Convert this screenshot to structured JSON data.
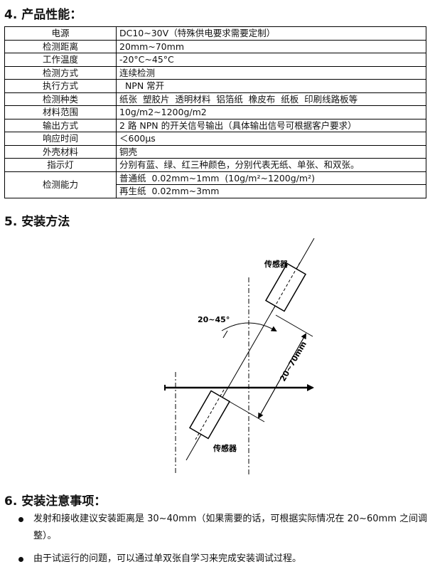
{
  "section4": {
    "title": "4. 产品性能："
  },
  "specs": [
    {
      "k": "电源",
      "v": "DC10~30V（特殊供电要求需要定制）"
    },
    {
      "k": "检测距离",
      "v": "20mm~70mm"
    },
    {
      "k": "工作温度",
      "v": "-20°C~45°C"
    },
    {
      "k": "检测方式",
      "v": "连续检测"
    },
    {
      "k": "执行方式",
      "v": "  NPN 常开"
    },
    {
      "k": "检测种类",
      "v": "纸张  塑胶片  透明材料  铝箔纸  橡皮布  纸板  印刷线路板等"
    },
    {
      "k": "材料范围",
      "v": "10g/m2~1200g/m2"
    },
    {
      "k": "输出方式",
      "v": "2 路 NPN 的开关信号输出（具体输出信号可根据客户要求）"
    },
    {
      "k": "响应时间",
      "v": "＜600μs"
    },
    {
      "k": "外壳材料",
      "v": "铜壳"
    },
    {
      "k": "指示灯",
      "v": "分别有蓝、绿、红三种颜色，分别代表无纸、单张、和双张。"
    }
  ],
  "ability": {
    "k": "检测能力",
    "v1": "普通纸  0.02mm~1mm  (10g/m²~1200g/m²)",
    "v2": "再生纸  0.02mm~3mm"
  },
  "section5": {
    "title": "5. 安装方法"
  },
  "diagram": {
    "sensor_label_top": "传感器",
    "sensor_label_bottom": "传感器",
    "angle_label": "20~45°",
    "distance_label": "20~70mm"
  },
  "section6": {
    "title": "6. 安装注意事项："
  },
  "bullets": [
    "发射和接收建议安装距离是 30~40mm（如果需要的话，可根据实际情况在 20~60mm 之间调整）。",
    "由于试运行的问题，可以通过单双张自学习来完成安装调试过程。"
  ]
}
